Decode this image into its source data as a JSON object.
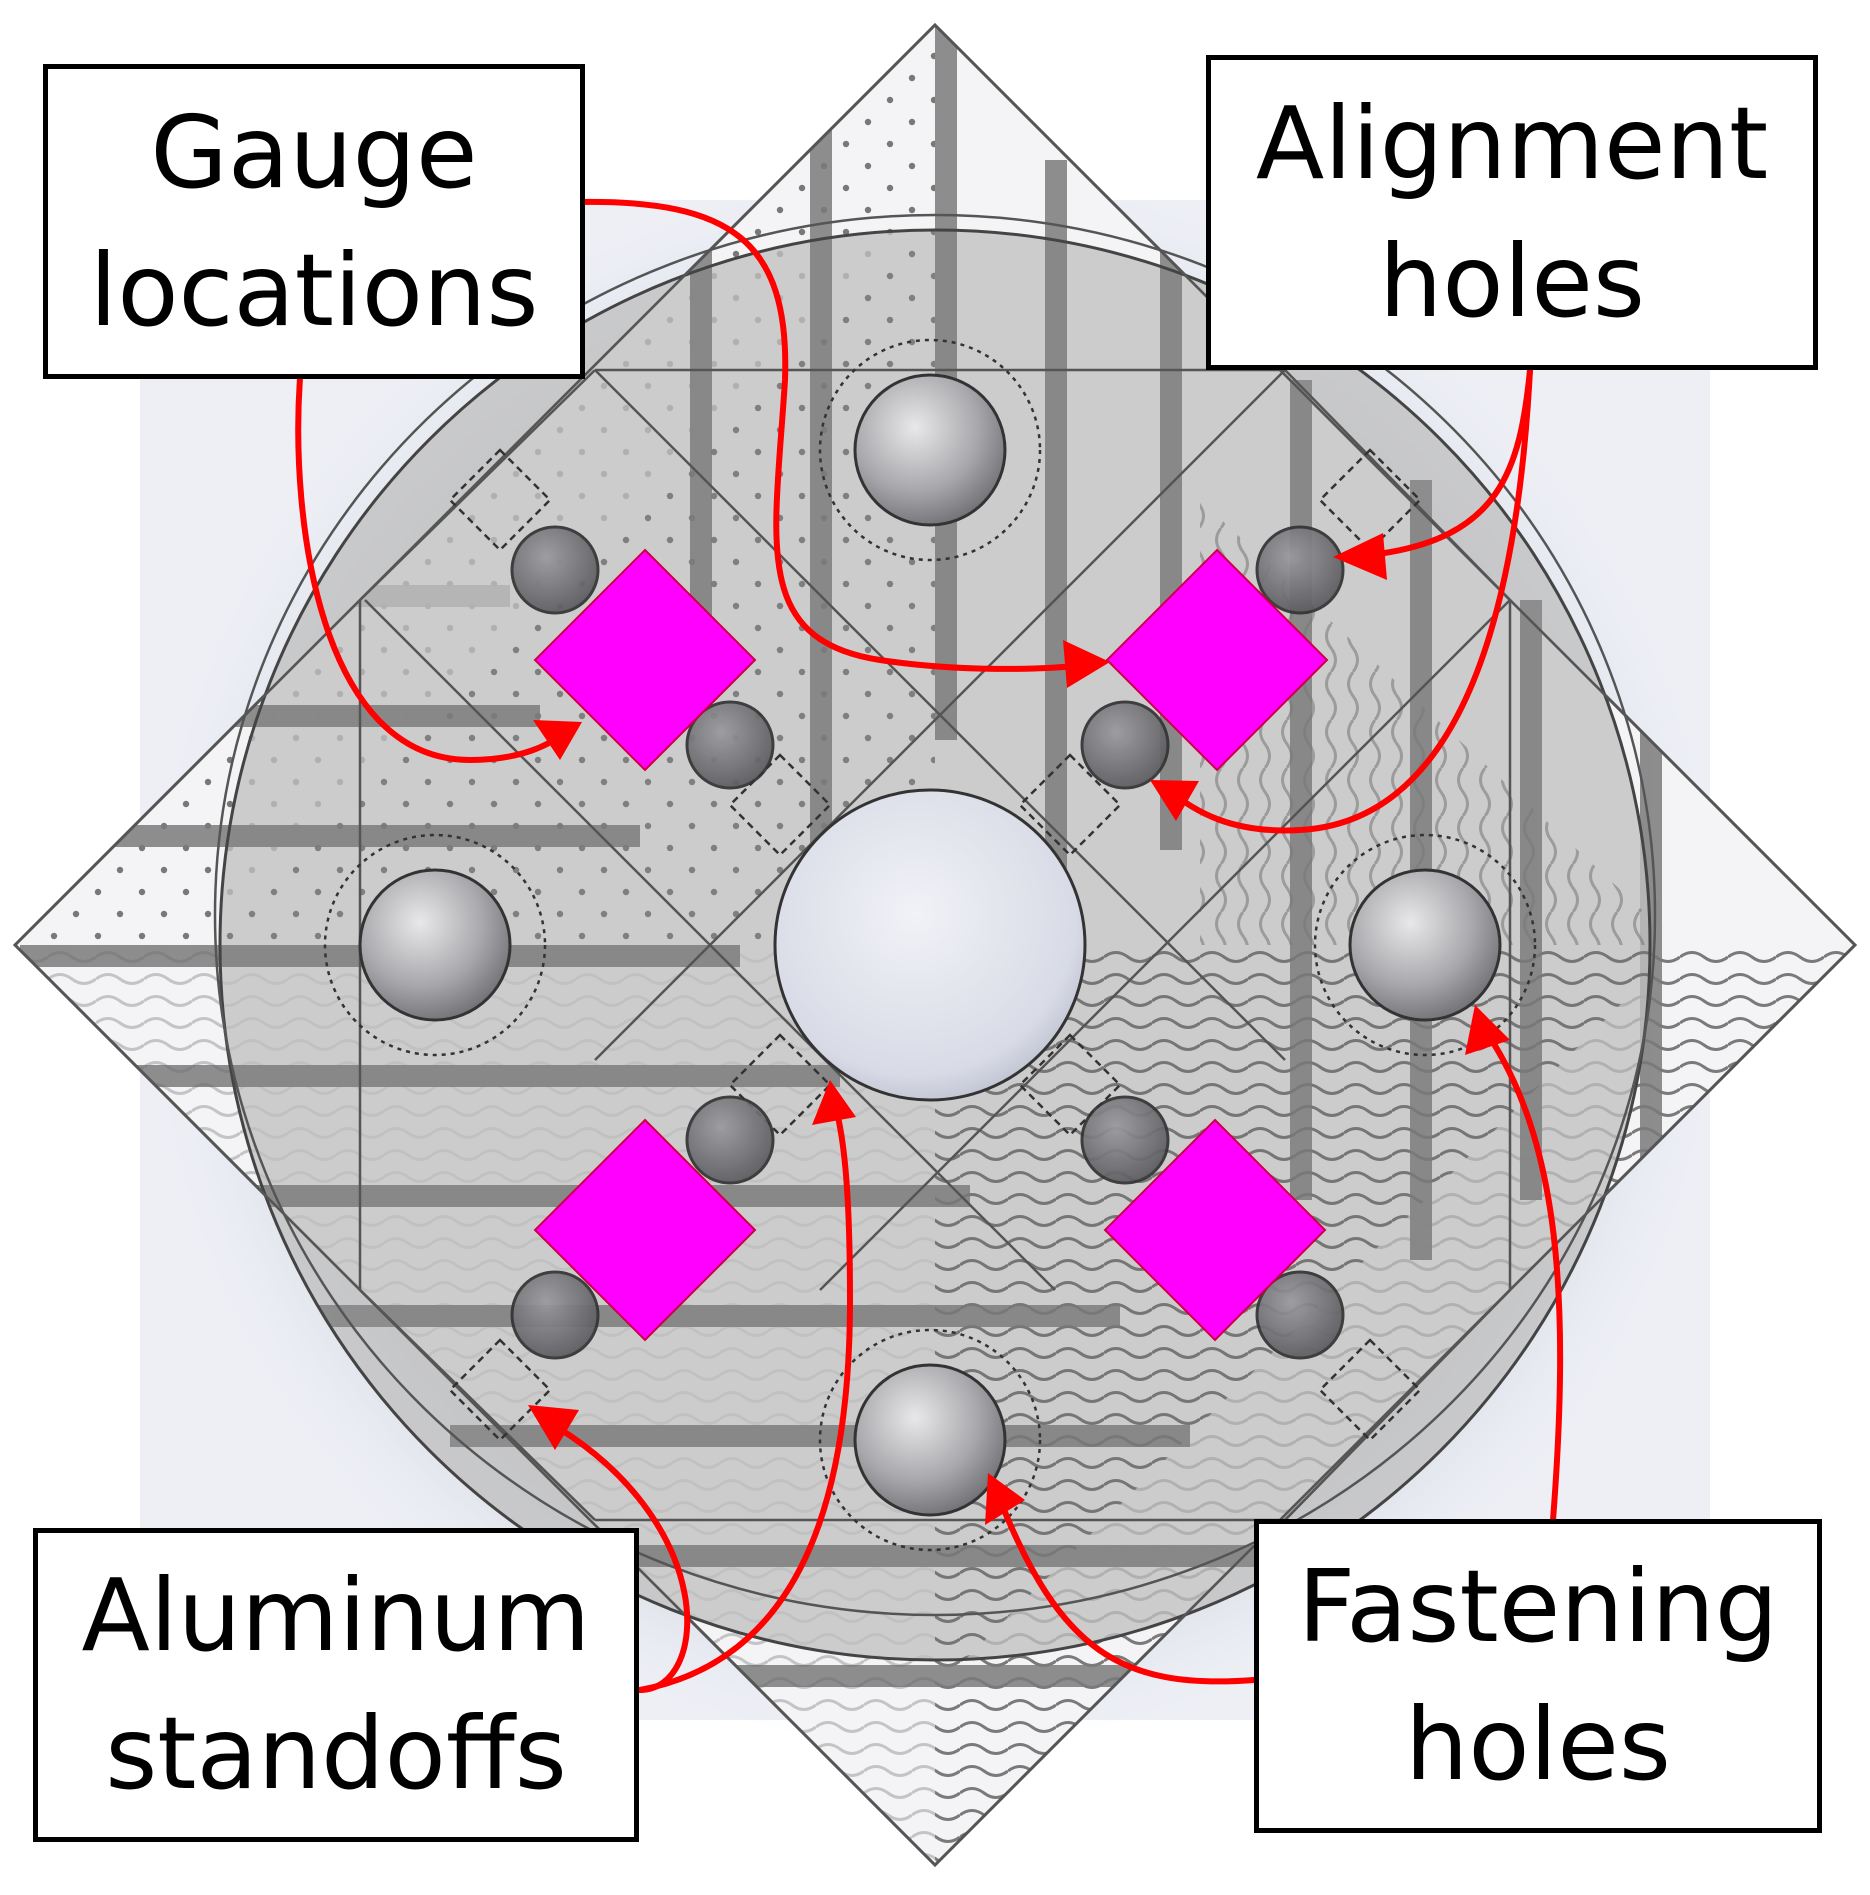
{
  "colors": {
    "plate": "#c0c0c0",
    "gauge_pad": "#ff00ff",
    "arrow": "#ff0000",
    "outline": "#333333",
    "stripe": "#7a7a7a"
  },
  "labels": {
    "gauge": {
      "line1": "Gauge",
      "line2": "locations"
    },
    "alignment": {
      "line1": "Alignment",
      "line2": "holes"
    },
    "aluminum": {
      "line1": "Aluminum",
      "line2": "standoffs"
    },
    "fastening": {
      "line1": "Fastening",
      "line2": "holes"
    }
  }
}
